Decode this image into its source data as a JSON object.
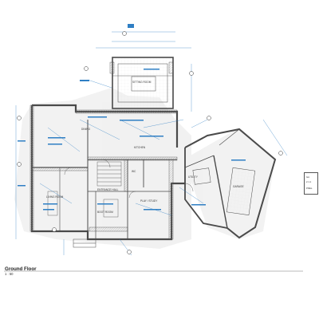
{
  "sheet": {
    "title": "Ground Floor",
    "scale": "1 : 50"
  },
  "rooms": [
    {
      "id": "living",
      "label": "LIVING ROOM"
    },
    {
      "id": "dining",
      "label": "DINING"
    },
    {
      "id": "kitchen",
      "label": "KITCHEN"
    },
    {
      "id": "hall",
      "label": "ENTRANCE HALL"
    },
    {
      "id": "play",
      "label": "PLAY / STUDY"
    },
    {
      "id": "sitting",
      "label": "SITTING ROOM"
    },
    {
      "id": "utility",
      "label": "UTILITY"
    },
    {
      "id": "wc",
      "label": "WC"
    },
    {
      "id": "garage",
      "label": "GARAGE"
    },
    {
      "id": "boot",
      "label": "BOOT ROOM"
    }
  ],
  "titleblock": {
    "code": "GA",
    "number": "2.1.1",
    "status": "PREL."
  },
  "colors": {
    "wall": "#4a4a4a",
    "hatch": "#8c8c8c",
    "annotation": "#2f7fc4",
    "shadow": "#d9d9d9"
  }
}
